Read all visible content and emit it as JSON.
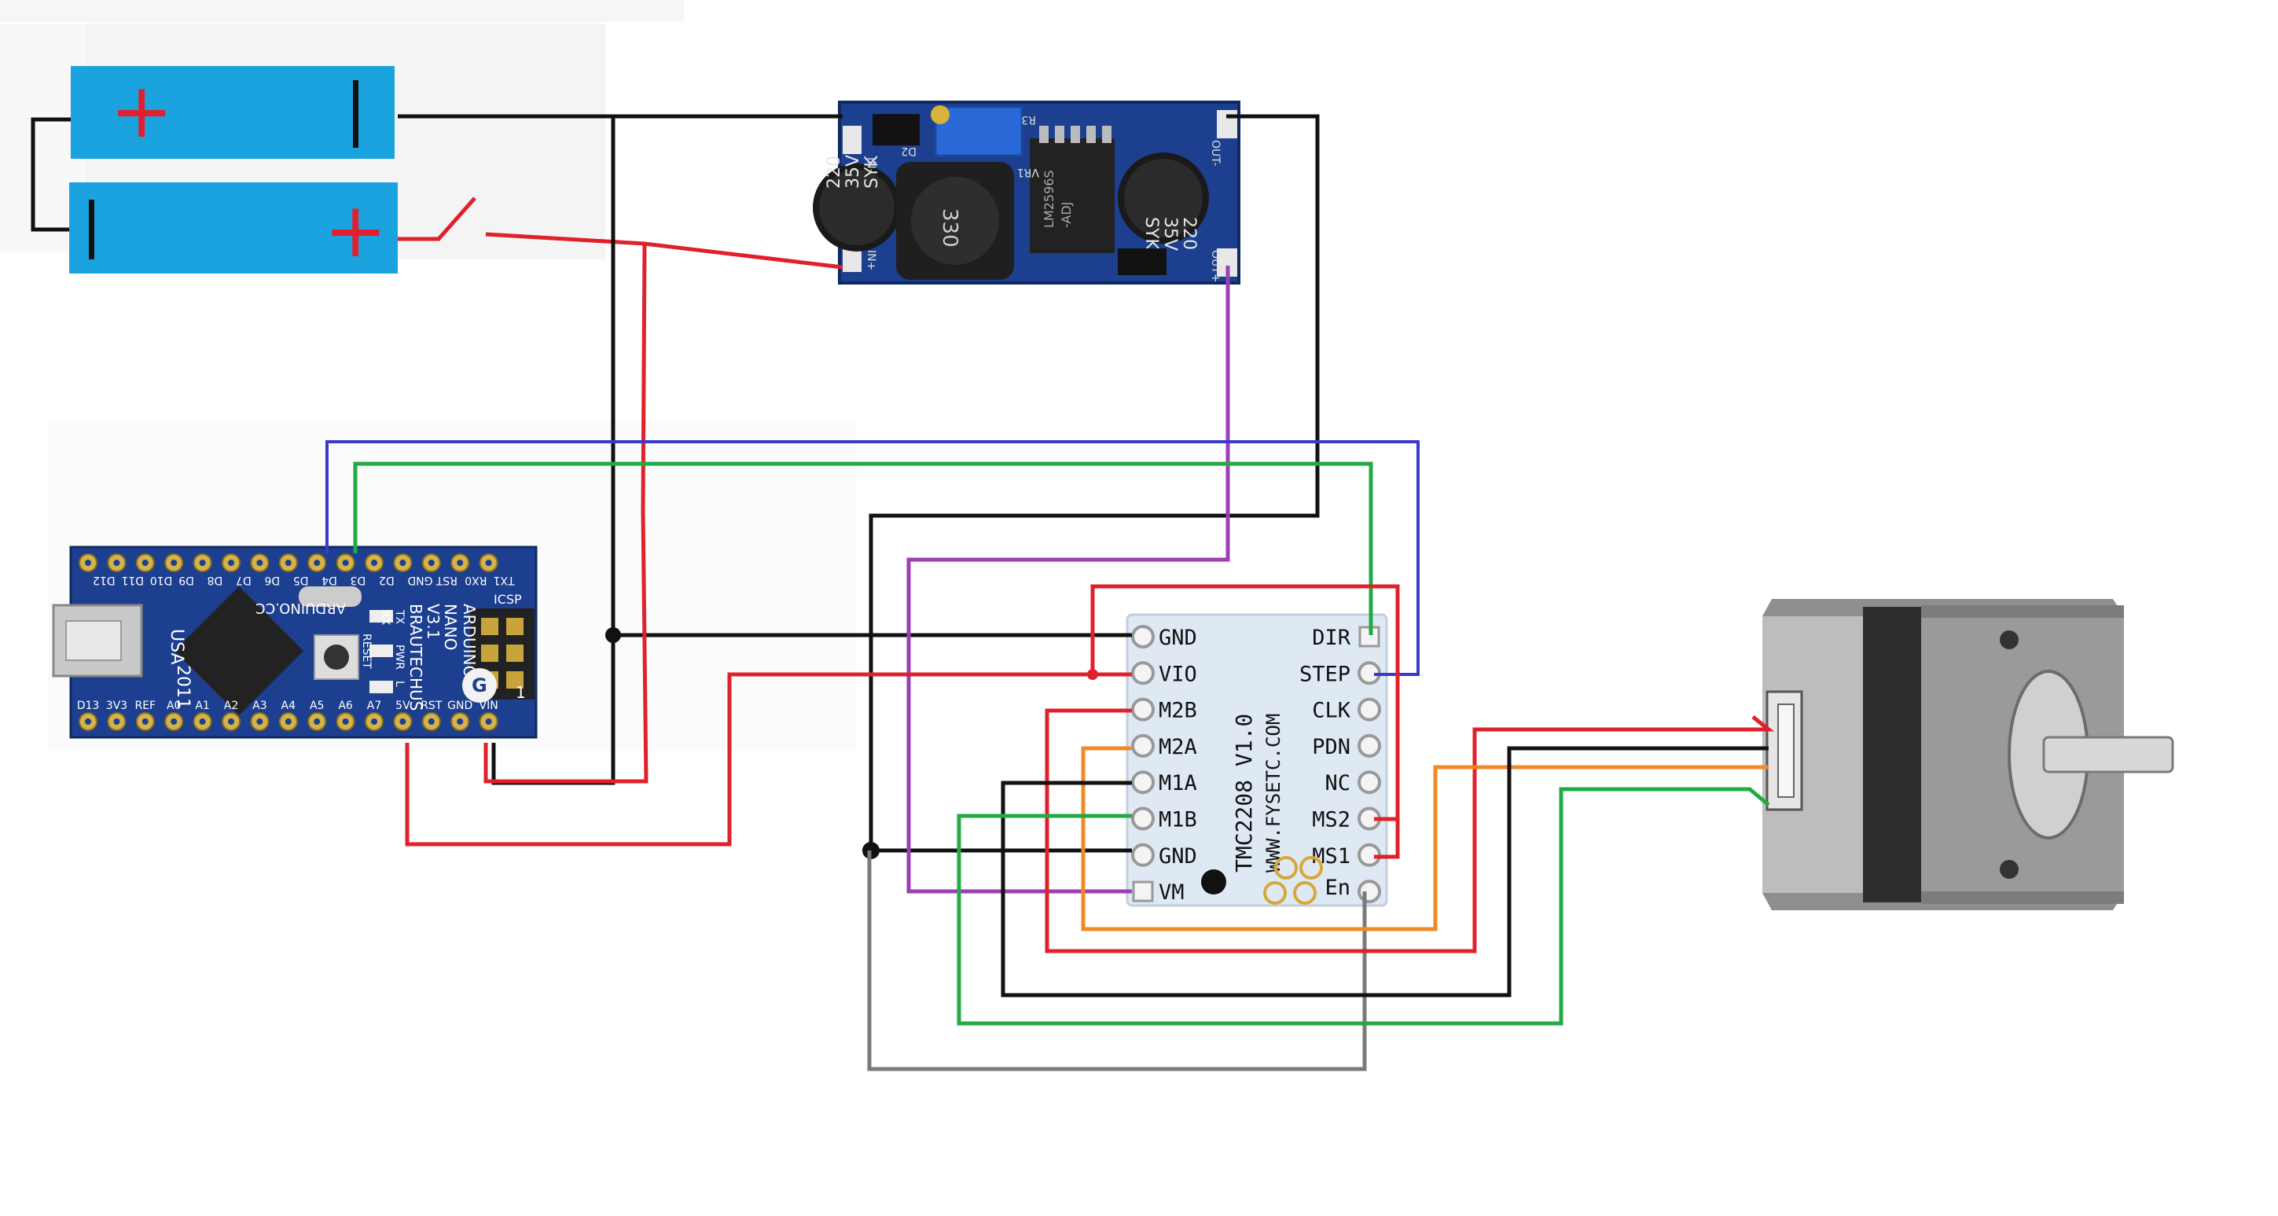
{
  "colors": {
    "battery": "#1aa3df",
    "battery_mark": "#e02030",
    "pcb_blue": "#1d3f8f",
    "pcb_dark": "#16306e",
    "driver_board": "#dfe9f4",
    "wire_black": "#111111",
    "wire_red": "#e0202a",
    "wire_blue": "#3a3ac8",
    "wire_green": "#22aa44",
    "wire_purple": "#9b3fb3",
    "wire_orange": "#f08a24",
    "wire_gray": "#7a7a7a",
    "motor_gray": "#9a9a9a"
  },
  "batteries": {
    "top": {
      "plus": "+",
      "minus": "|"
    },
    "bottom": {
      "plus": "+",
      "minus": "|"
    }
  },
  "buck": {
    "cap_left": [
      "220",
      "35V",
      "SYK"
    ],
    "cap_right": [
      "220",
      "35V",
      "SYK"
    ],
    "inductor": "330",
    "chip": [
      "LM2596S",
      "-ADJ"
    ],
    "labels": {
      "r3": "R3",
      "d2": "D2",
      "out_plus": "OUT+",
      "out_minus": "OUT-",
      "in_plus": "IN+",
      "in_minus": "IN-",
      "vr1": "VR1"
    }
  },
  "nano": {
    "top_pins": [
      "D12",
      "D11",
      "D10",
      "D9",
      "D8",
      "D7",
      "D6",
      "D5",
      "D4",
      "D3",
      "D2",
      "GND",
      "RST",
      "RX0",
      "TX1"
    ],
    "bottom_pins": [
      "D13",
      "3V3",
      "REF",
      "A0",
      "A1",
      "A2",
      "A3",
      "A4",
      "A5",
      "A6",
      "A7",
      "5V",
      "RST",
      "GND",
      "VIN"
    ],
    "texts": {
      "usa": "USA",
      "year": "2011",
      "arduino": "ARDUINO.CC",
      "model": [
        "ARDUINO",
        "NANO",
        "V3.1",
        "BRAUTECHUS"
      ],
      "reset": "RESET",
      "icsp": "ICSP",
      "tx": "TX",
      "rx": "RX",
      "pwr": "PWR",
      "l": "L",
      "one": "1"
    }
  },
  "driver": {
    "left_pins": [
      "GND",
      "VIO",
      "M2B",
      "M2A",
      "M1A",
      "M1B",
      "GND",
      "VM"
    ],
    "right_pins": [
      "DIR",
      "STEP",
      "CLK",
      "PDN",
      "NC",
      "MS2",
      "MS1",
      "En"
    ],
    "title": "TMC2208 V1.0",
    "url": "WWW.FYSETC.COM"
  }
}
